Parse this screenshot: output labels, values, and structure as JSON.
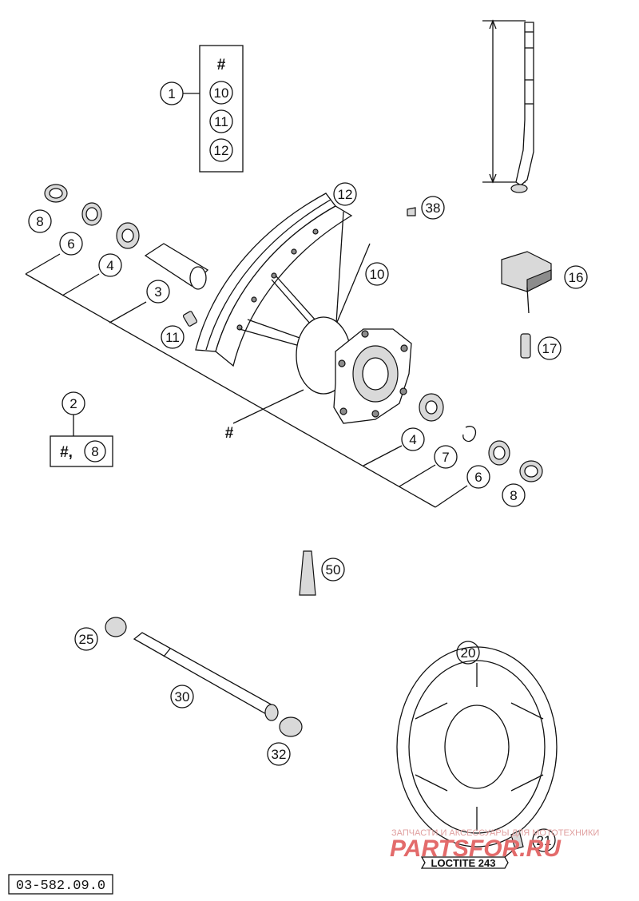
{
  "diagram": {
    "part_code": "03-582.09.0",
    "loctite_label": "LOCTITE 243",
    "watermark": {
      "tagline": "ЗАПЧАСТИ И АКСЕССУАРЫ ДЛЯ МОТОТЕХНИКИ",
      "brand": "PARTSFOR.RU"
    },
    "kit_1": {
      "number": "1",
      "hash": "#",
      "items": [
        "10",
        "11",
        "12"
      ]
    },
    "kit_2": {
      "number": "2",
      "hash": "#,",
      "item": "8"
    },
    "hub_hash": "#",
    "labels": [
      {
        "id": "12",
        "text": "12"
      },
      {
        "id": "38",
        "text": "38"
      },
      {
        "id": "10",
        "text": "10"
      },
      {
        "id": "16",
        "text": "16"
      },
      {
        "id": "17",
        "text": "17"
      },
      {
        "id": "8a",
        "text": "8"
      },
      {
        "id": "6a",
        "text": "6"
      },
      {
        "id": "4a",
        "text": "4"
      },
      {
        "id": "3",
        "text": "3"
      },
      {
        "id": "11",
        "text": "11"
      },
      {
        "id": "4b",
        "text": "4"
      },
      {
        "id": "7",
        "text": "7"
      },
      {
        "id": "6b",
        "text": "6"
      },
      {
        "id": "8b",
        "text": "8"
      },
      {
        "id": "50",
        "text": "50"
      },
      {
        "id": "25",
        "text": "25"
      },
      {
        "id": "30",
        "text": "30"
      },
      {
        "id": "32",
        "text": "32"
      },
      {
        "id": "20",
        "text": "20"
      },
      {
        "id": "21",
        "text": "21"
      }
    ]
  }
}
